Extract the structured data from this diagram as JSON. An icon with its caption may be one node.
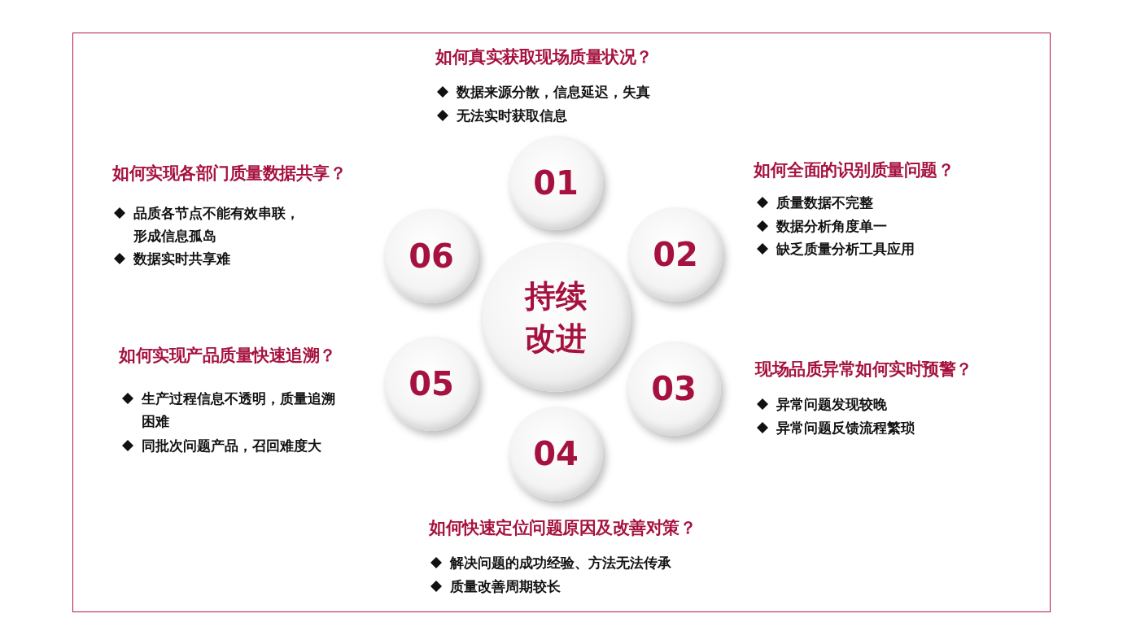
{
  "diagram": {
    "nodes": [
      {
        "text": [
          "持续改进"
        ]
      },
      {
        "text": [
          "01"
        ],
        "beside": [
          "如何真实获取现场质量状况？",
          "数据来源分散，信息延迟，失真",
          "无法实时获取信息"
        ]
      },
      {
        "text": [
          "02"
        ],
        "beside": [
          "如何全面的识别质量问题？",
          "质量数据不完整",
          "数据分析角度单一",
          "缺乏质量分析工具应用"
        ]
      },
      {
        "text": [
          "03"
        ],
        "beside": [
          "现场品质异常如何实时预警？",
          "异常问题发现较晚",
          "异常问题反馈流程繁琐"
        ]
      },
      {
        "text": [
          "04"
        ],
        "beside": [
          "如何快速定位问题原因及改善对策？",
          "解决问题的成功经验、方法无法传承",
          "质量改善周期较长"
        ]
      },
      {
        "text": [
          "05"
        ],
        "beside": [
          "如何实现产品质量快速追溯？",
          "生产过程信息不透明，质量追溯困难",
          "同批次问题产品，召回难度大"
        ]
      },
      {
        "text": [
          "06"
        ],
        "beside": [
          "如何实现各部门质量数据共享？",
          "品质各节点不能有效串联，形成信息孤岛",
          "数据实时共享难"
        ]
      }
    ],
    "edges": []
  }
}
